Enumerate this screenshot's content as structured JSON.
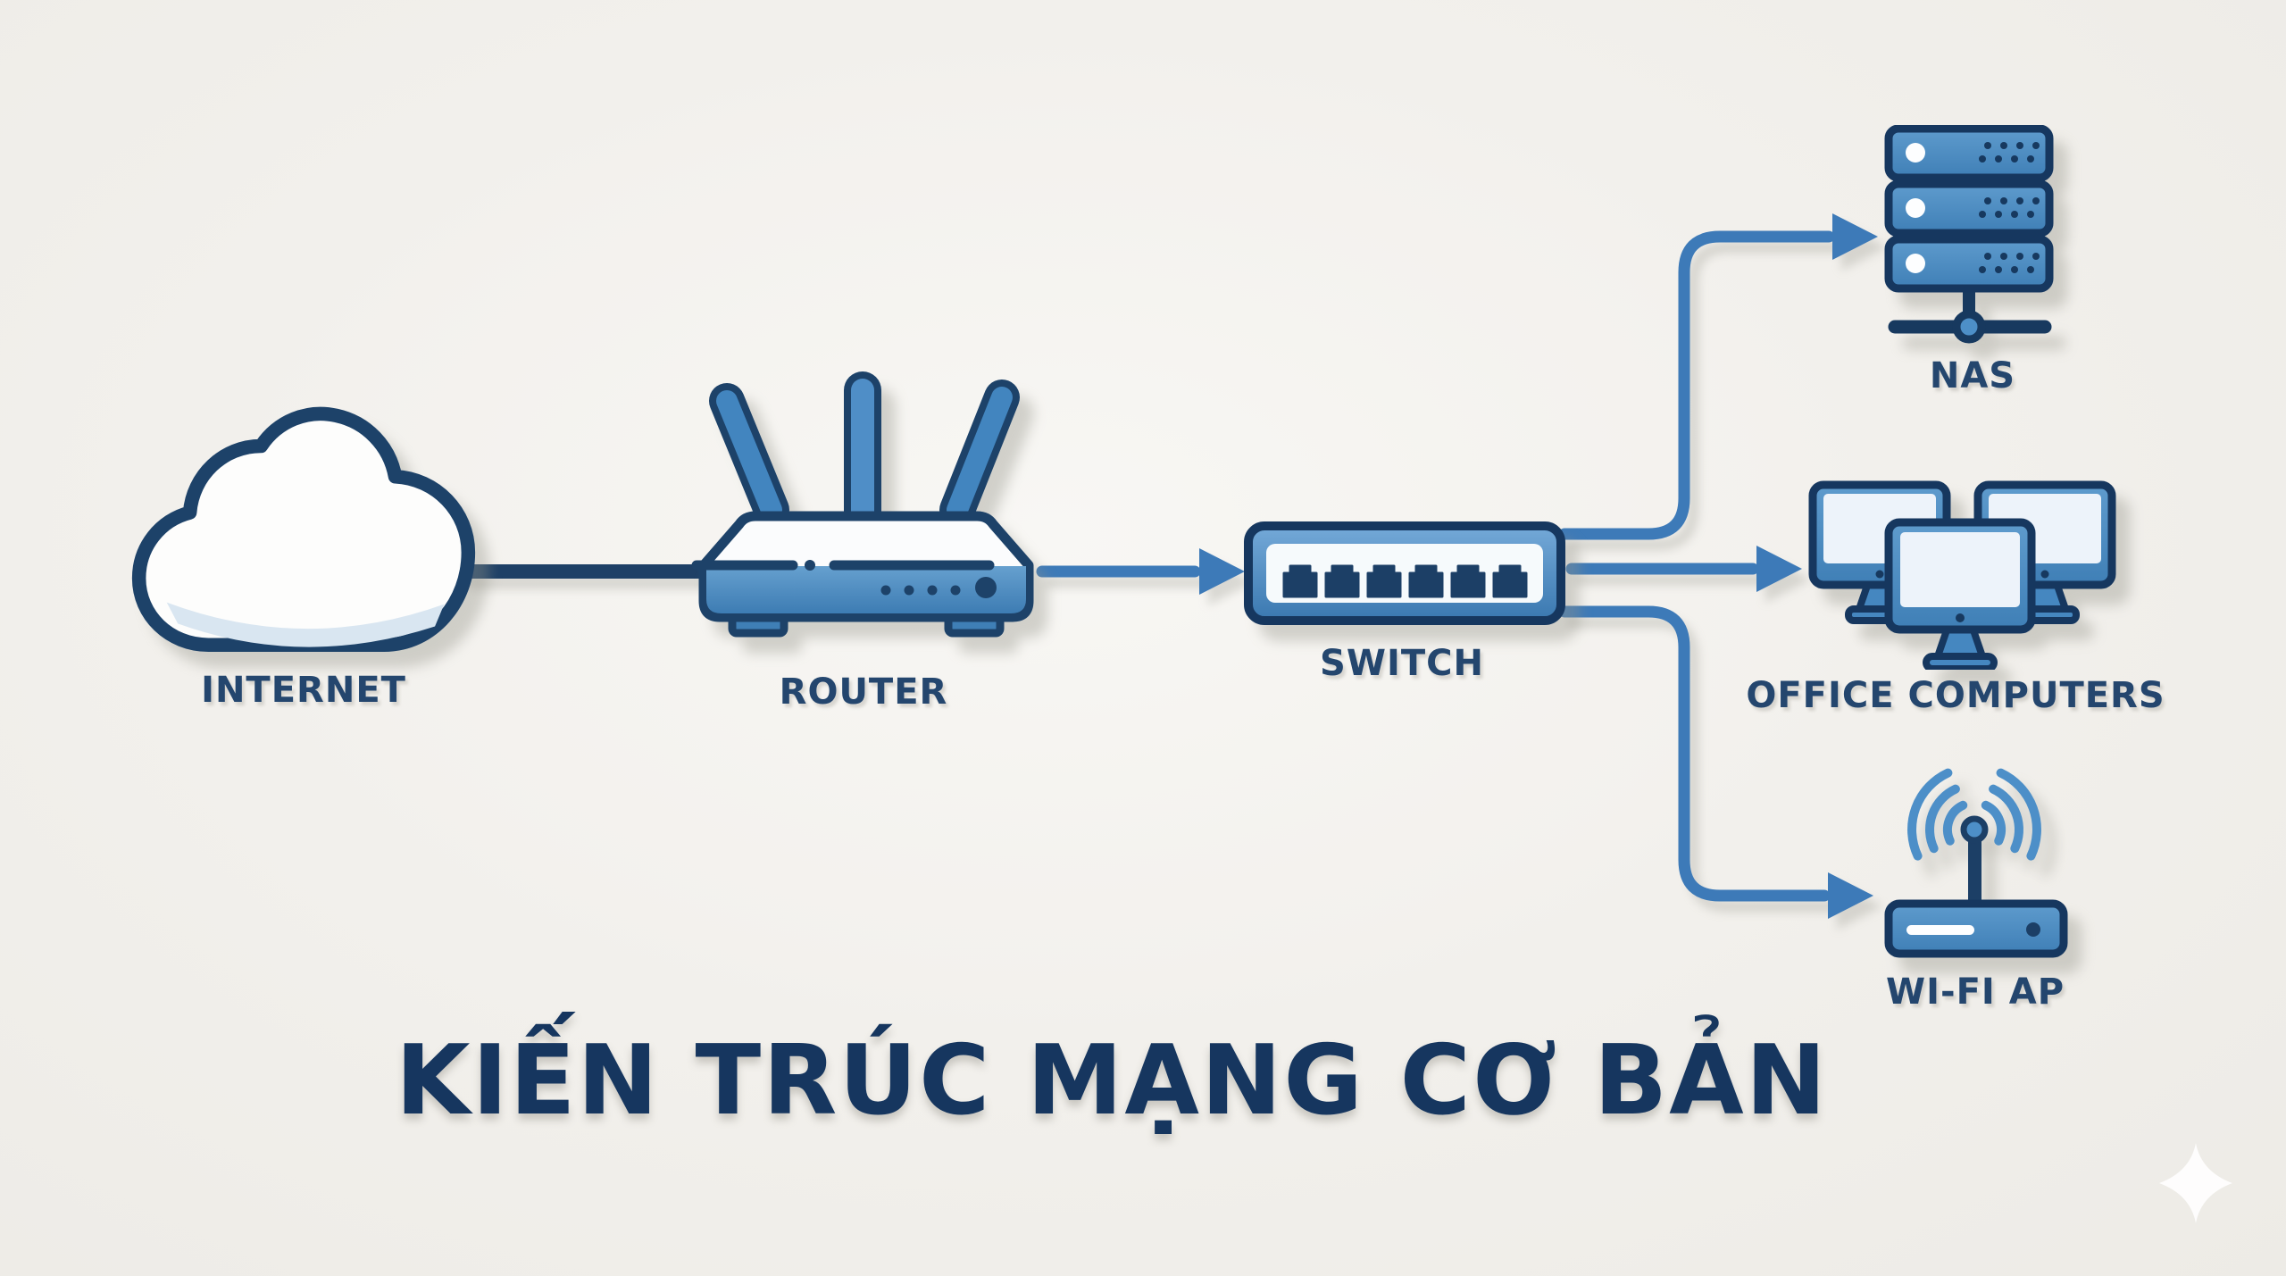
{
  "title": "KIẾN TRÚC MẠNG CƠ BẢN",
  "nodes": {
    "internet": {
      "label": "INTERNET",
      "icon": "cloud-icon"
    },
    "router": {
      "label": "ROUTER",
      "icon": "router-icon"
    },
    "switch": {
      "label": "SWITCH",
      "icon": "switch-icon",
      "port_count": 6
    },
    "nas": {
      "label": "NAS",
      "icon": "nas-server-icon",
      "unit_count": 3
    },
    "office_computers": {
      "label": "OFFICE COMPUTERS",
      "icon": "computers-icon",
      "monitor_count": 3
    },
    "wifi_ap": {
      "label": "WI-FI AP",
      "icon": "wifi-ap-icon"
    }
  },
  "connections": [
    {
      "from": "internet",
      "to": "router",
      "style": "plain-dark-line"
    },
    {
      "from": "router",
      "to": "switch",
      "style": "blue-arrow"
    },
    {
      "from": "switch",
      "to": "nas",
      "style": "blue-arrow-elbow-up"
    },
    {
      "from": "switch",
      "to": "office_computers",
      "style": "blue-arrow-straight"
    },
    {
      "from": "switch",
      "to": "wifi_ap",
      "style": "blue-arrow-elbow-down"
    }
  ],
  "decor": {
    "sparkle_icon": "four-point-star"
  },
  "colors": {
    "background": "#f2f0ec",
    "outline_navy": "#1d4269",
    "device_blue": "#4786bf",
    "device_blue_light": "#6da3d2",
    "screen_white": "#eef4fa",
    "arrow_blue": "#3d7ab8",
    "dark_line": "#1e4066",
    "label_text": "#24466e",
    "title_text": "#16365f"
  }
}
